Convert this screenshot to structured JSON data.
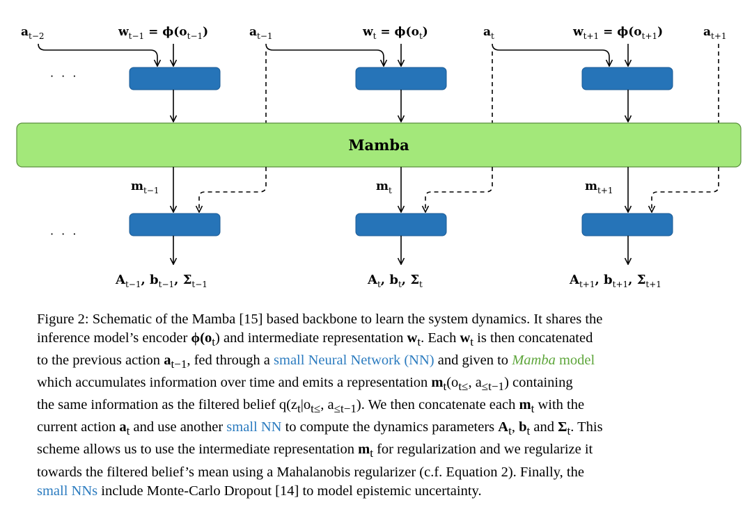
{
  "diagram": {
    "top_labels": [
      {
        "base": "a",
        "sub": "t−2"
      },
      {
        "base": "w",
        "sub": "t−1",
        "tail": " = ϕ(o",
        "tail_sub": "t−1",
        "end": ")"
      },
      {
        "base": "a",
        "sub": "t−1"
      },
      {
        "base": "w",
        "sub": "t",
        "tail": " = ϕ(o",
        "tail_sub": "t",
        "end": ")"
      },
      {
        "base": "a",
        "sub": "t"
      },
      {
        "base": "w",
        "sub": "t+1",
        "tail": " = ϕ(o",
        "tail_sub": "t+1",
        "end": ")"
      },
      {
        "base": "a",
        "sub": "t+1"
      }
    ],
    "mamba_label": "Mamba",
    "ellipsis": "· · ·",
    "mid_labels": [
      {
        "base": "m",
        "sub": "t−1"
      },
      {
        "base": "m",
        "sub": "t"
      },
      {
        "base": "m",
        "sub": "t+1"
      }
    ],
    "outputs": [
      {
        "A": "A",
        "A_sub": "t−1",
        "b": "b",
        "b_sub": "t−1",
        "S": "Σ",
        "S_sub": "t−1"
      },
      {
        "A": "A",
        "A_sub": "t",
        "b": "b",
        "b_sub": "t",
        "S": "Σ",
        "S_sub": "t"
      },
      {
        "A": "A",
        "A_sub": "t+1",
        "b": "b",
        "b_sub": "t+1",
        "S": "Σ",
        "S_sub": "t+1"
      }
    ],
    "colors": {
      "nn": "#2674b8",
      "mamba": "#a3e87a",
      "link": "#2b7bbf",
      "mamba_link": "#5da53a"
    }
  },
  "caption": {
    "l1": "Figure 2:  Schematic of the Mamba [15] based backbone to learn the system dynamics. It shares the",
    "l2a": "inference model’s encoder ",
    "l2m1": "ϕ(o",
    "l2m1s": "t",
    "l2m1e": ")",
    "l2b": " and intermediate representation ",
    "l2m2": "w",
    "l2m2s": "t",
    "l2c": ". Each ",
    "l2m3": "w",
    "l2m3s": "t",
    "l2d": " is then concatenated",
    "l3a": "to the previous action ",
    "l3m": "a",
    "l3ms": "t−1",
    "l3b": ", fed through a ",
    "l3link": "small Neural Network (NN)",
    "l3c": " and given to ",
    "l3it": "Mamba",
    "l3link2": " model",
    "l4a": "which accumulates information over time and emits a representation ",
    "l4m": "m",
    "l4ms": "t",
    "l4m2": "(o",
    "l4m2s": "t≤",
    "l4m3": ", a",
    "l4m3s": "≤t−1",
    "l4m4": ")",
    "l4b": " containing",
    "l5a": "the same information as the filtered belief ",
    "l5m": "q(z",
    "l5ms": "t",
    "l5m2": "|o",
    "l5m2s": "t≤",
    "l5m3": ", a",
    "l5m3s": "≤t−1",
    "l5m4": ")",
    "l5b": ". We then concatenate each ",
    "l5m5": "m",
    "l5m5s": "t",
    "l5c": " with the",
    "l6a": "current action ",
    "l6m": "a",
    "l6ms": "t",
    "l6b": " and use another ",
    "l6link": "small NN",
    "l6c": " to compute the dynamics parameters ",
    "l6m2": "A",
    "l6m2s": "t",
    "l6d": ", ",
    "l6m3": "b",
    "l6m3s": "t",
    "l6e": " and ",
    "l6m4": "Σ",
    "l6m4s": "t",
    "l6f": ". This",
    "l7a": "scheme allows us to use the intermediate representation ",
    "l7m": "m",
    "l7ms": "t",
    "l7b": " for regularization and we regularize it",
    "l8": "towards the filtered belief’s mean using a Mahalanobis regularizer (c.f.  Equation 2). Finally, the",
    "l9link": "small NNs",
    "l9b": " include Monte-Carlo Dropout [14] to model epistemic uncertainty."
  }
}
